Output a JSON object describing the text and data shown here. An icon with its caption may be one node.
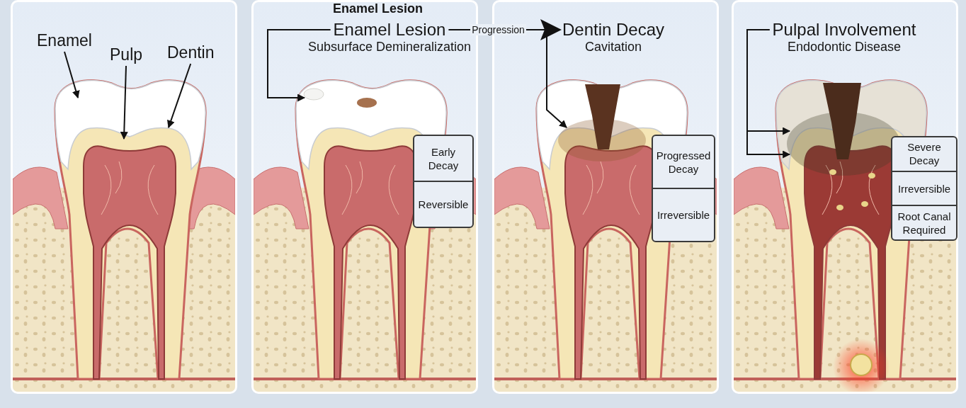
{
  "diagram": {
    "nodes": [
      {
        "text": [
          "Enamel"
        ]
      },
      {
        "text": [
          "Pulp"
        ]
      },
      {
        "text": [
          "Dentin"
        ]
      },
      {
        "text": [
          "Enamel Lesion",
          "Subsurface Demineralization"
        ]
      },
      {
        "text": [
          "Dentin Decay",
          "Cavitation"
        ]
      },
      {
        "text": [
          "Pulpal Involvement",
          "Endodontic Disease"
        ]
      }
    ],
    "edges": [
      {
        "from": 0,
        "to": null,
        "arrow": "to"
      },
      {
        "from": 1,
        "to": null,
        "arrow": "to"
      },
      {
        "from": 2,
        "to": null,
        "arrow": "to"
      },
      {
        "from": 3,
        "to": null,
        "arrow": "to"
      },
      {
        "from": 3,
        "to": 4,
        "arrow": "to",
        "label": "Progression"
      },
      {
        "from": 4,
        "to": null,
        "arrow": "to"
      },
      {
        "from": 5,
        "to": null,
        "arrow": "to"
      },
      {
        "from": 5,
        "to": null,
        "arrow": "to"
      }
    ],
    "labels": [
      "Enamel Lesion",
      "Early Decay",
      "Reversible",
      "Progressed Decay",
      "Irreversible",
      "Severe Decay",
      "Irreversible",
      "Root Canal Required"
    ]
  }
}
